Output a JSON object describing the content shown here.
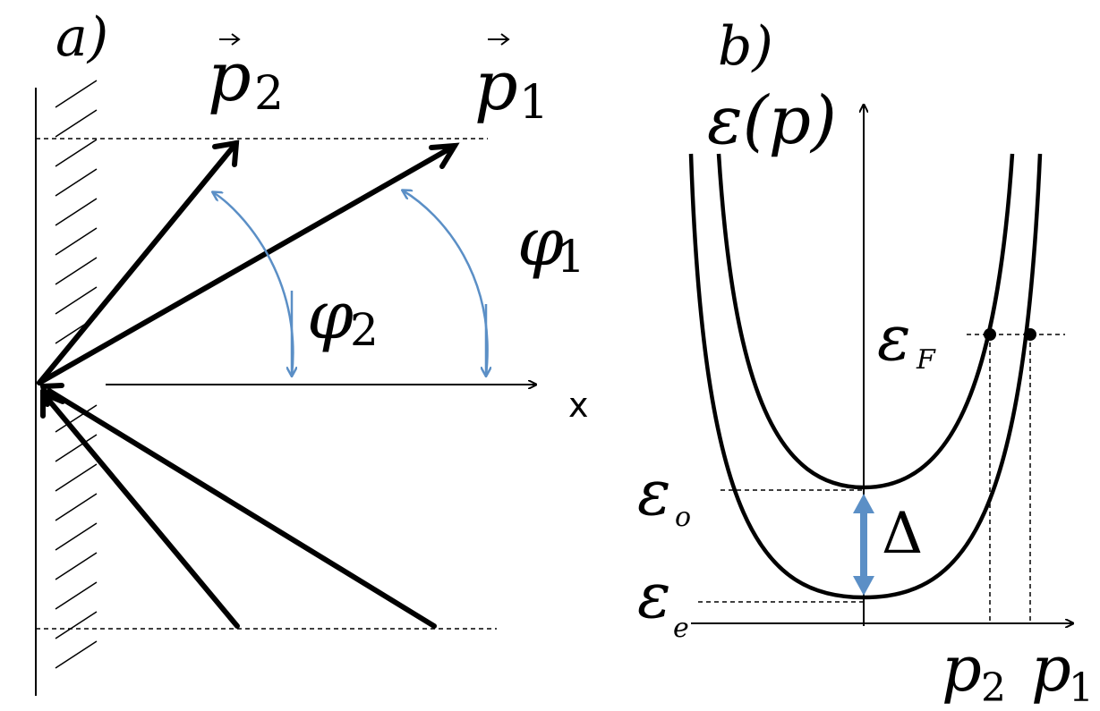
{
  "panel_a": {
    "label": "a)",
    "vector_p2": {
      "letter": "p",
      "sub": "2"
    },
    "vector_p1": {
      "letter": "p",
      "sub": "1"
    },
    "angle_phi1": {
      "letter": "φ",
      "sub": "1"
    },
    "angle_phi2": {
      "letter": "φ",
      "sub": "2"
    },
    "x_axis_label": "x"
  },
  "panel_b": {
    "label": "b)",
    "y_axis_label": "ε(p)",
    "eps_F": {
      "letter": "ε",
      "sub": "F"
    },
    "eps_o": {
      "letter": "ε",
      "sub": "o"
    },
    "eps_e": {
      "letter": "ε",
      "sub": "e"
    },
    "gap_label": "Δ",
    "p2": {
      "letter": "p",
      "sub": "2"
    },
    "p1": {
      "letter": "p",
      "sub": "1"
    }
  },
  "colors": {
    "ink": "#000000",
    "accent": "#5b8fc6"
  }
}
